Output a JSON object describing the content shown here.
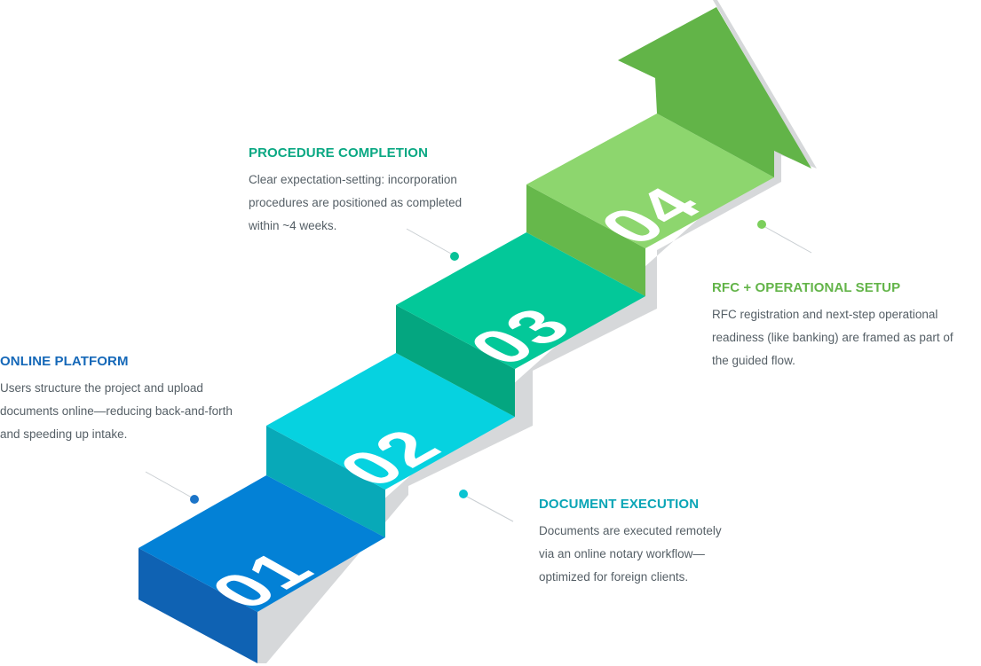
{
  "colors": {
    "step1_top": "#0381d6",
    "step1_front": "#0f62b3",
    "step2_top": "#06d2e0",
    "step2_front": "#08a9b8",
    "step3_top": "#03c899",
    "step3_front": "#04a680",
    "step4_top": "#8dd66e",
    "step4_front": "#66b84b",
    "arrow": "#62b448",
    "shadow": "#d6d8da",
    "heading1": "#1568b8",
    "heading2": "#0aa5b6",
    "heading3": "#0aa883",
    "heading4": "#63b449",
    "dot1": "#1b74c8",
    "dot2": "#0bc4d2",
    "dot3": "#07c197",
    "dot4": "#7ccf5c",
    "leader": "#c9ced2"
  },
  "steps": [
    {
      "number": "01",
      "title": "ONLINE PLATFORM",
      "lines": [
        "Users structure the project and upload",
        "documents online—reducing back-and-forth",
        "and speeding up intake."
      ]
    },
    {
      "number": "02",
      "title": "DOCUMENT EXECUTION",
      "lines": [
        "Documents are executed remotely",
        "via an online notary workflow—",
        "optimized for foreign clients."
      ]
    },
    {
      "number": "03",
      "title": "PROCEDURE COMPLETION",
      "lines": [
        "Clear expectation-setting: incorporation",
        "procedures are positioned as completed",
        "within ~4 weeks."
      ]
    },
    {
      "number": "04",
      "title": "RFC + OPERATIONAL SETUP",
      "lines": [
        "RFC registration and next-step operational",
        "readiness (like banking) are framed as part of",
        "the guided flow."
      ]
    }
  ]
}
